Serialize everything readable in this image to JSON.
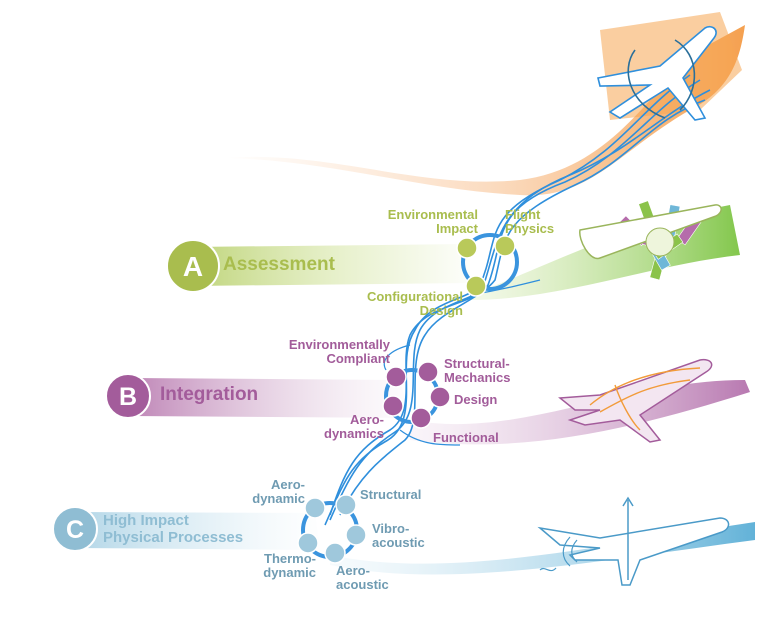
{
  "colors": {
    "assessment": "#a9c14b",
    "integration": "#a35c9b",
    "physical": "#8fbdd3",
    "flight_path": "#2f8fdc",
    "orange": "#f5a24f"
  },
  "bands": {
    "a": {
      "letter": "A",
      "title": "Assessment",
      "labels": {
        "environmental_impact": "Environmental Impact",
        "flight_physics": "Flight Physics",
        "configurational_design": "Configurational Design"
      }
    },
    "b": {
      "letter": "B",
      "title": "Integration",
      "labels": {
        "environmentally_compliant": "Environmentally Compliant",
        "structural_mechanics": "Structural-Mechanics",
        "design": "Design",
        "aero_dynamics": "Aero-dynamics",
        "functional": "Functional"
      }
    },
    "c": {
      "letter": "C",
      "title_line1": "High Impact",
      "title_line2": "Physical Processes",
      "labels": {
        "aero_dynamic": "Aero-dynamic",
        "structural": "Structural",
        "vibro_acoustic": "Vibro-acoustic",
        "thermo_dynamic": "Thermo-dynamic",
        "aero_acoustic": "Aero-acoustic"
      }
    }
  }
}
